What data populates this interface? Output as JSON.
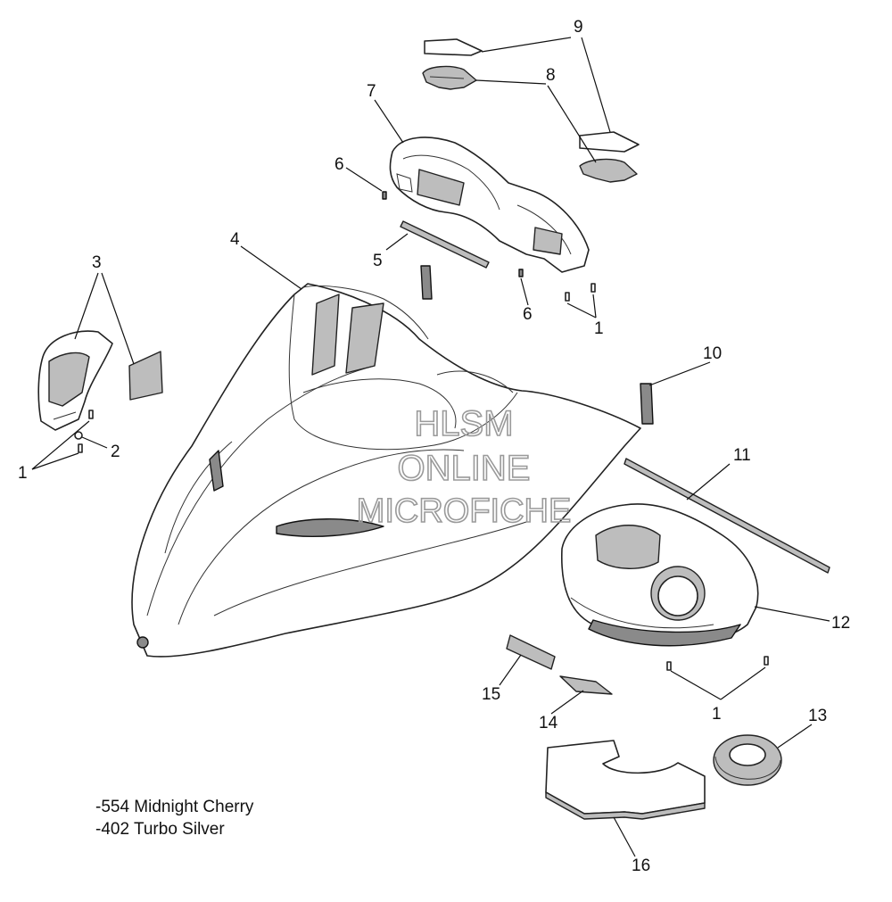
{
  "watermark": {
    "line1": "HLSM",
    "line2": "ONLINE",
    "line3": "MICROFICHE"
  },
  "notes": [
    "-554 Midnight Cherry",
    "-402 Turbo Silver"
  ],
  "callouts": {
    "c9": "9",
    "c8": "8",
    "c7": "7",
    "c6a": "6",
    "c4": "4",
    "c5": "5",
    "c3": "3",
    "c6b": "6",
    "c1a": "1",
    "c10": "10",
    "c2": "2",
    "c1b": "1",
    "c11": "11",
    "c12": "12",
    "c15": "15",
    "c14": "14",
    "c1c": "1",
    "c13": "13",
    "c16": "16"
  }
}
